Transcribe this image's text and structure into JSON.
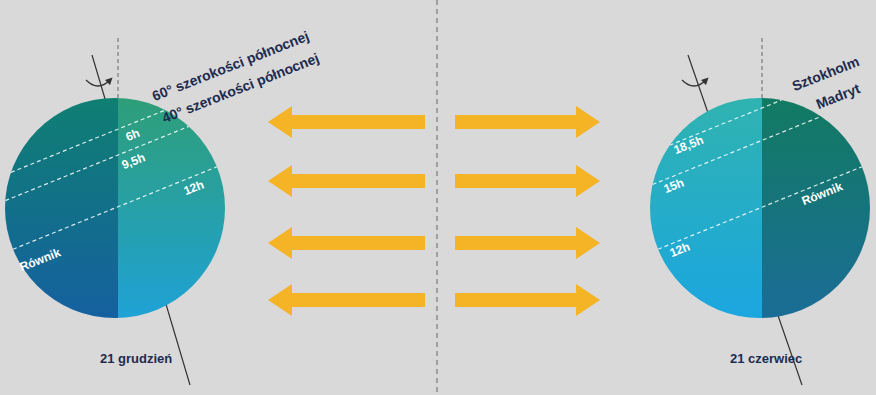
{
  "diagram": {
    "nodes": [
      {
        "text": [
          "60° szerokości północnej",
          "40° szerokości północnej",
          "6h",
          "9,5h",
          "12h",
          "Równik",
          "21 grudzień"
        ]
      },
      {
        "text": [
          "Sztokholm",
          "Madryt",
          "18,5h",
          "15h",
          "12h",
          "Równik",
          "21 czerwiec"
        ]
      }
    ]
  }
}
